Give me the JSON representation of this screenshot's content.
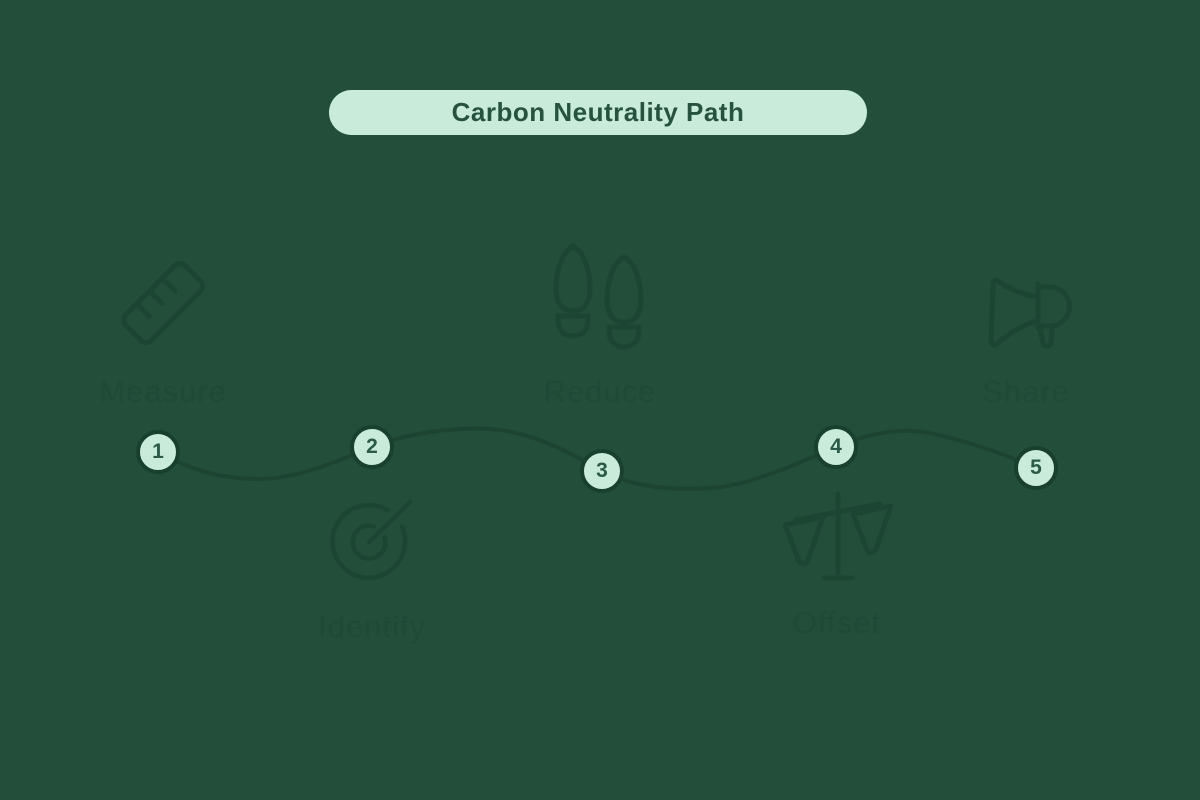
{
  "page": {
    "title": "Carbon Neutrality Path"
  },
  "colors": {
    "background": "#224e3a",
    "pill_fill": "#c9ebd9",
    "pill_text": "#26523f",
    "node_fill": "#c9ebd9",
    "node_ring": "#19402f",
    "node_number": "#2d5948",
    "path_line": "#1d4432",
    "icon_stroke": "#1d4533",
    "label_text": "#1e4a37"
  },
  "steps": [
    {
      "number": "1",
      "label": "Measure",
      "icon": "ruler-icon"
    },
    {
      "number": "2",
      "label": "Identify",
      "icon": "target-icon"
    },
    {
      "number": "3",
      "label": "Reduce",
      "icon": "footprints-icon"
    },
    {
      "number": "4",
      "label": "Offset",
      "icon": "scales-icon"
    },
    {
      "number": "5",
      "label": "Share",
      "icon": "megaphone-icon"
    }
  ]
}
